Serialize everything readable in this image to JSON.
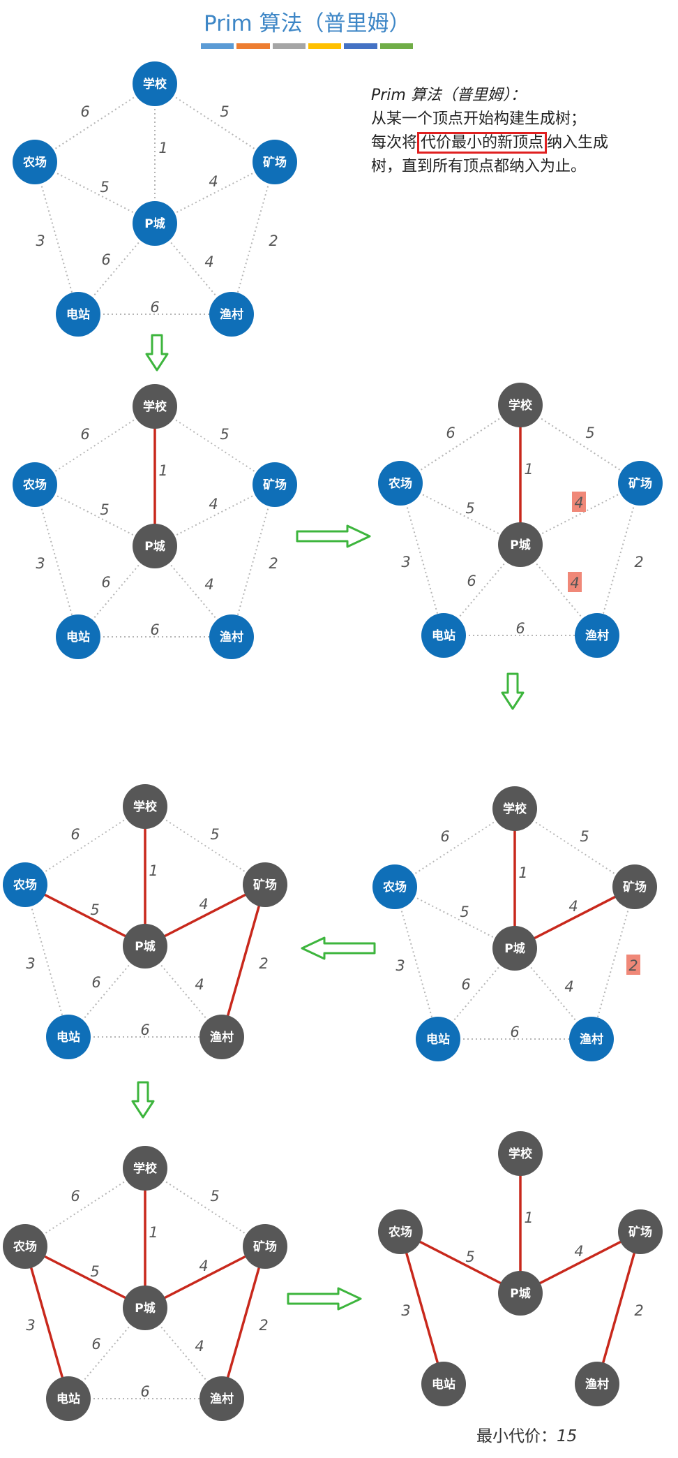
{
  "title": "Prim 算法（普里姆）",
  "title_bar_colors": [
    "#5b9bd5",
    "#ed7d31",
    "#a5a5a5",
    "#ffc000",
    "#4472c4",
    "#70ad47"
  ],
  "description": {
    "line1": "Prim 算法（普里姆）：",
    "line2": "从某一个顶点开始构建生成树；",
    "line3_before": "每次将",
    "line3_highlight": "代价最小的新顶点",
    "line3_after": "纳入生成",
    "line4": "树，直到所有顶点都纳入为止。"
  },
  "colors": {
    "unvisited_node": "#0f6fb8",
    "visited_node": "#575757",
    "tree_edge": "#c8281c",
    "dotted_edge": "#b5b5b5",
    "candidate_box": "#f08878",
    "arrow": "#3db53d",
    "highlight_border": "#e02020"
  },
  "graph": {
    "nodes": [
      {
        "id": "school",
        "label": "学校"
      },
      {
        "id": "farm",
        "label": "农场"
      },
      {
        "id": "mine",
        "label": "矿场"
      },
      {
        "id": "pcity",
        "label": "P城"
      },
      {
        "id": "power",
        "label": "电站"
      },
      {
        "id": "fish",
        "label": "渔村"
      }
    ],
    "edges": [
      {
        "a": "school",
        "b": "farm",
        "w": "6"
      },
      {
        "a": "school",
        "b": "mine",
        "w": "5"
      },
      {
        "a": "school",
        "b": "pcity",
        "w": "1"
      },
      {
        "a": "farm",
        "b": "pcity",
        "w": "5"
      },
      {
        "a": "mine",
        "b": "pcity",
        "w": "4"
      },
      {
        "a": "farm",
        "b": "power",
        "w": "3"
      },
      {
        "a": "mine",
        "b": "fish",
        "w": "2"
      },
      {
        "a": "pcity",
        "b": "power",
        "w": "6"
      },
      {
        "a": "pcity",
        "b": "fish",
        "w": "4"
      },
      {
        "a": "power",
        "b": "fish",
        "w": "6"
      }
    ]
  },
  "steps": [
    {
      "visited": [],
      "tree": [],
      "highlight": [],
      "show_all_edges": true
    },
    {
      "visited": [
        "school",
        "pcity"
      ],
      "tree": [
        2
      ],
      "highlight": [],
      "show_all_edges": true
    },
    {
      "visited": [
        "school",
        "pcity"
      ],
      "tree": [
        2
      ],
      "highlight": [
        4,
        8
      ],
      "show_all_edges": true
    },
    {
      "visited": [
        "school",
        "pcity",
        "mine"
      ],
      "tree": [
        2,
        4
      ],
      "highlight": [
        6
      ],
      "show_all_edges": true
    },
    {
      "visited": [
        "school",
        "pcity",
        "mine",
        "fish"
      ],
      "tree": [
        2,
        4,
        6,
        3
      ],
      "highlight": [],
      "show_all_edges": true
    },
    {
      "visited": [
        "school",
        "pcity",
        "mine",
        "fish",
        "farm",
        "power"
      ],
      "tree": [
        2,
        4,
        6,
        3,
        5
      ],
      "highlight": [],
      "show_all_edges": true
    },
    {
      "visited": [
        "school",
        "pcity",
        "mine",
        "fish",
        "farm",
        "power"
      ],
      "tree": [
        2,
        4,
        6,
        3,
        5
      ],
      "highlight": [],
      "show_all_edges": false
    }
  ],
  "min_cost": {
    "label": "最小代价：",
    "value": "15"
  }
}
